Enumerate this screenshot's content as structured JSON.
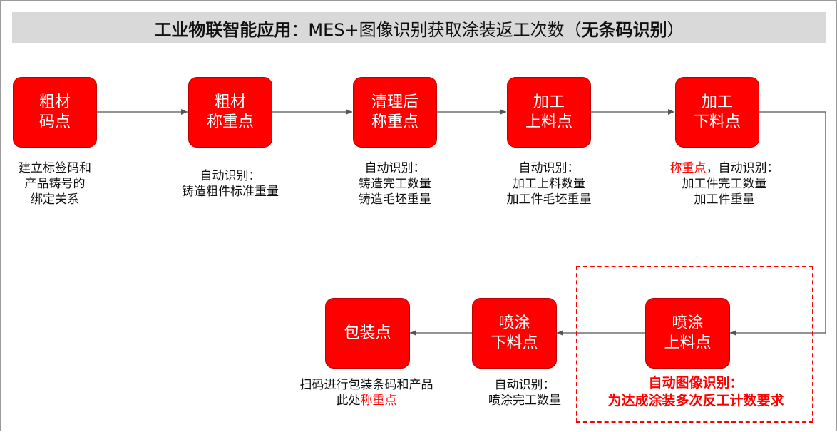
{
  "title": {
    "bold_part": "工业物联智能应用",
    "rest_part": "：MES+图像识别获取涂装返工次数（",
    "bold_suffix": "无条码识别",
    "close": "）"
  },
  "nodes": [
    {
      "id": "rough-material-code",
      "lines": [
        "粗材",
        "码点"
      ]
    },
    {
      "id": "rough-material-weigh",
      "lines": [
        "粗材",
        "称重点"
      ]
    },
    {
      "id": "cleaned-weigh",
      "lines": [
        "清理后",
        "称重点"
      ]
    },
    {
      "id": "machining-load",
      "lines": [
        "加工",
        "上料点"
      ]
    },
    {
      "id": "machining-unload",
      "lines": [
        "加工",
        "下料点"
      ]
    },
    {
      "id": "spray-load",
      "lines": [
        "喷涂",
        "上料点"
      ]
    },
    {
      "id": "spray-unload",
      "lines": [
        "喷涂",
        "下料点"
      ]
    },
    {
      "id": "packaging",
      "lines": [
        "包装点"
      ]
    }
  ],
  "descriptions": {
    "rough_material_code": [
      "建立标签码和",
      "产品铸号的",
      "绑定关系"
    ],
    "rough_material_weigh": [
      "自动识别：",
      "铸造粗件标准重量"
    ],
    "cleaned_weigh": [
      "自动识别：",
      "铸造完工数量",
      "铸造毛坯重量"
    ],
    "machining_load": [
      "自动识别：",
      "加工上料数量",
      "加工件毛坯重量"
    ],
    "machining_unload": {
      "line1_red": "称重点",
      "line1_rest": "，自动识别：",
      "line2": "加工件完工数量",
      "line3": "加工件重量"
    },
    "spray_load": [
      "自动图像识别：",
      "为达成涂装多次反工计数要求"
    ],
    "spray_unload": [
      "自动识别：",
      "喷涂完工数量"
    ],
    "packaging": {
      "line1": "扫码进行包装条码和产品",
      "line2_prefix": "此处",
      "line2_red": "称重点"
    }
  },
  "colors": {
    "node_fill": "#ff0000",
    "title_bg": "#d9d9d9",
    "highlight_border": "#ff0000",
    "arrow": "#555555"
  }
}
